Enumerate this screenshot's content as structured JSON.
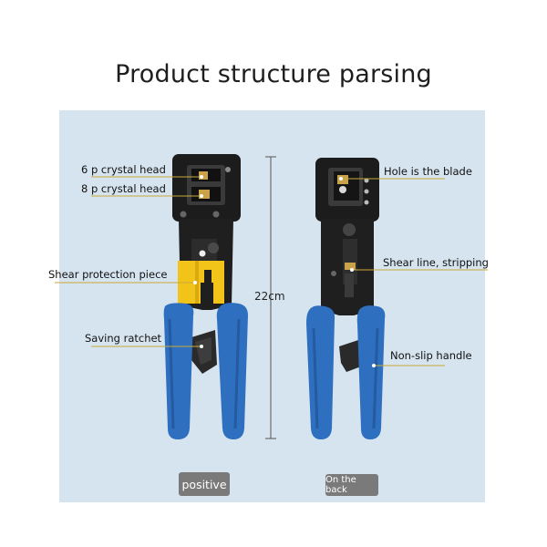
{
  "title": "Product structure parsing",
  "dimension": "22cm",
  "front_callouts": {
    "crystal_6p": "6 p crystal head",
    "crystal_8p": "8 p crystal head",
    "shear_protection": "Shear protection piece",
    "saving_ratchet": "Saving ratchet"
  },
  "back_callouts": {
    "blade_hole": "Hole is the blade",
    "shear_line": "Shear line, stripping",
    "non_slip": "Non-slip handle"
  },
  "tags": {
    "front": "positive",
    "back": "On the back"
  },
  "colors": {
    "panel_bg": "#d6e4ef",
    "handle_blue": "#2f6fc0",
    "body_black": "#1c1c1c",
    "protector_yellow": "#f2c318",
    "tag_gray": "#7a7a7a"
  }
}
